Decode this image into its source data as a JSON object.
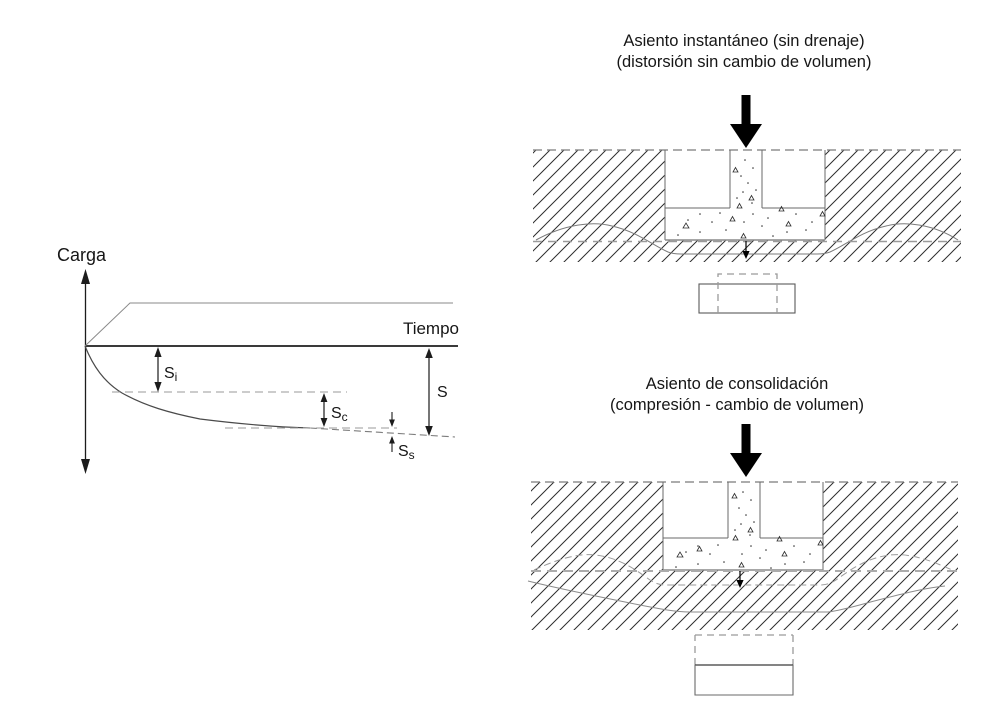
{
  "figure": {
    "kind": "geotechnical settlement diagram",
    "background": "#ffffff",
    "ink_color": "#161616",
    "line_gray": "#777777"
  },
  "left_chart": {
    "y_axis_label": "Carga",
    "x_axis_label": "Tiempo",
    "settlement_components": {
      "immediate": {
        "base": "S",
        "sub": "i"
      },
      "consolidation": {
        "base": "S",
        "sub": "c"
      },
      "secondary": {
        "base": "S",
        "sub": "s"
      },
      "total": {
        "base": "S",
        "sub": ""
      }
    }
  },
  "diagram_top": {
    "title_line1": "Asiento instantáneo (sin drenaje)",
    "title_line2": "(distorsión sin cambio de volumen)"
  },
  "diagram_bottom": {
    "title_line1": "Asiento de consolidación",
    "title_line2": "(compresión - cambio de volumen)"
  }
}
